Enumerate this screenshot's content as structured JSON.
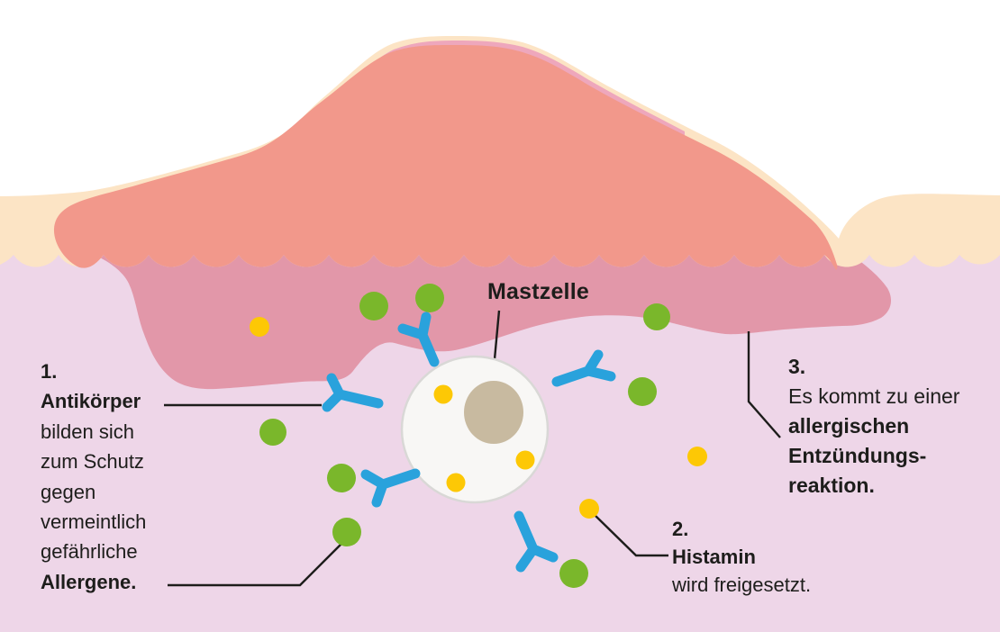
{
  "diagram_title": "Mastzelle",
  "labels": {
    "mast_cell": "Mastzelle",
    "step1": {
      "number": "1.",
      "emphasis_top": "Antikörper",
      "lines": [
        "bilden sich",
        "zum Schutz",
        "gegen",
        "vermeintlich",
        "gefährliche"
      ],
      "emphasis_bottom": "Allergene."
    },
    "step2": {
      "number": "2.",
      "emphasis": "Histamin",
      "line": "wird freigesetzt."
    },
    "step3": {
      "number": "3.",
      "line": "Es kommt zu einer",
      "emphasis_lines": [
        "allergischen",
        "Entzündungs-",
        "reaktion."
      ]
    }
  },
  "icons": {
    "allergen": "green-circle",
    "antibody": "blue-y-shape",
    "histamine": "yellow-circle",
    "mast_cell": "white-circle-with-beige-nucleus"
  },
  "colors": {
    "background": "#ffffff",
    "skin_top": "#fce4c5",
    "dermis": "#eed6e8",
    "swelling": "#f2988b",
    "swelling_deep": "#e297a9",
    "swelling_rim": "#eea7bc",
    "allergen": "#7ab72b",
    "histamine": "#fdc805",
    "antibody": "#29a2dc",
    "cell_body": "#f8f7f5",
    "cell_border": "#d9d8d6",
    "nucleus": "#c8baa0",
    "annotation_line": "#1d1d1b",
    "text": "#1d1d1b"
  }
}
